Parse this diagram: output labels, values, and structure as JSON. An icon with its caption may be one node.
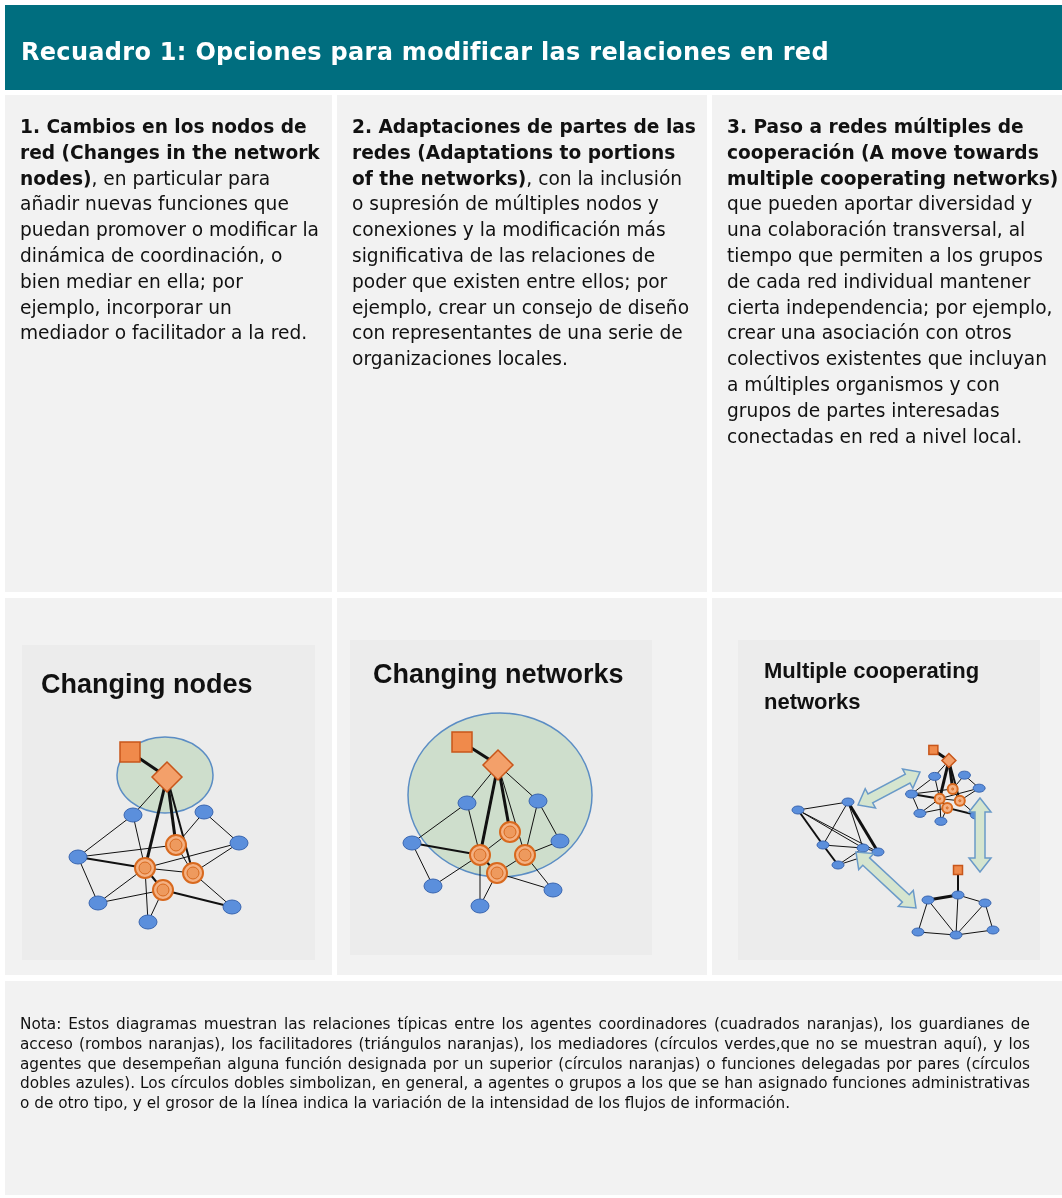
{
  "diagram": {
    "title": "Recuadro 1: Opciones para modificar las relaciones en red",
    "labels": [
      "**1. Cambios en los nodos de red (Changes in the network nodes)**, en particular para añadir nuevas funciones que puedan promover o modificar la dinámica de coordinación, o bien mediar en ella; por ejemplo, incorporar un mediador o facilitador a la red.",
      "**2. Adaptaciones de partes de las redes (Adaptations to portions of the networks)**, con la inclusión o supresión de múltiples nodos y conexiones y la modificación más significativa de las relaciones de poder que existen entre ellos; por ejemplo, crear un consejo de diseño con representantes de una serie de organizaciones locales.",
      "**3. Paso a redes múltiples de cooperación (A move towards multiple cooperating networks)** que pueden aportar diversidad y una colaboración transversal, al tiempo que permiten a los grupos de cada red individual mantener cierta independencia; por ejemplo, crear una asociación con otros colectivos existentes que incluyan a múltiples organismos y con grupos de partes interesadas conectadas en red a nivel local.",
      "Changing nodes",
      "Changing networks",
      "Multiple cooperating networks",
      "Nota: Estos diagramas muestran las relaciones típicas entre los agentes coordinadores (cuadrados naranjas), los guardianes de acceso (rombos naranjas), los facilitadores (triángulos naranjas), los mediadores (círculos verdes,que no se muestran aquí), y los agentes que desempeñan alguna función designada por un superior (círculos naranjas) o funciones delegadas por pares (círculos dobles azules). Los círculos dobles simbolizan, en general, a agentes o grupos a los que se han asignado funciones administrativas o de otro tipo, y el grosor de la línea indica la variación de la intensidad de los flujos de información."
    ]
  }
}
